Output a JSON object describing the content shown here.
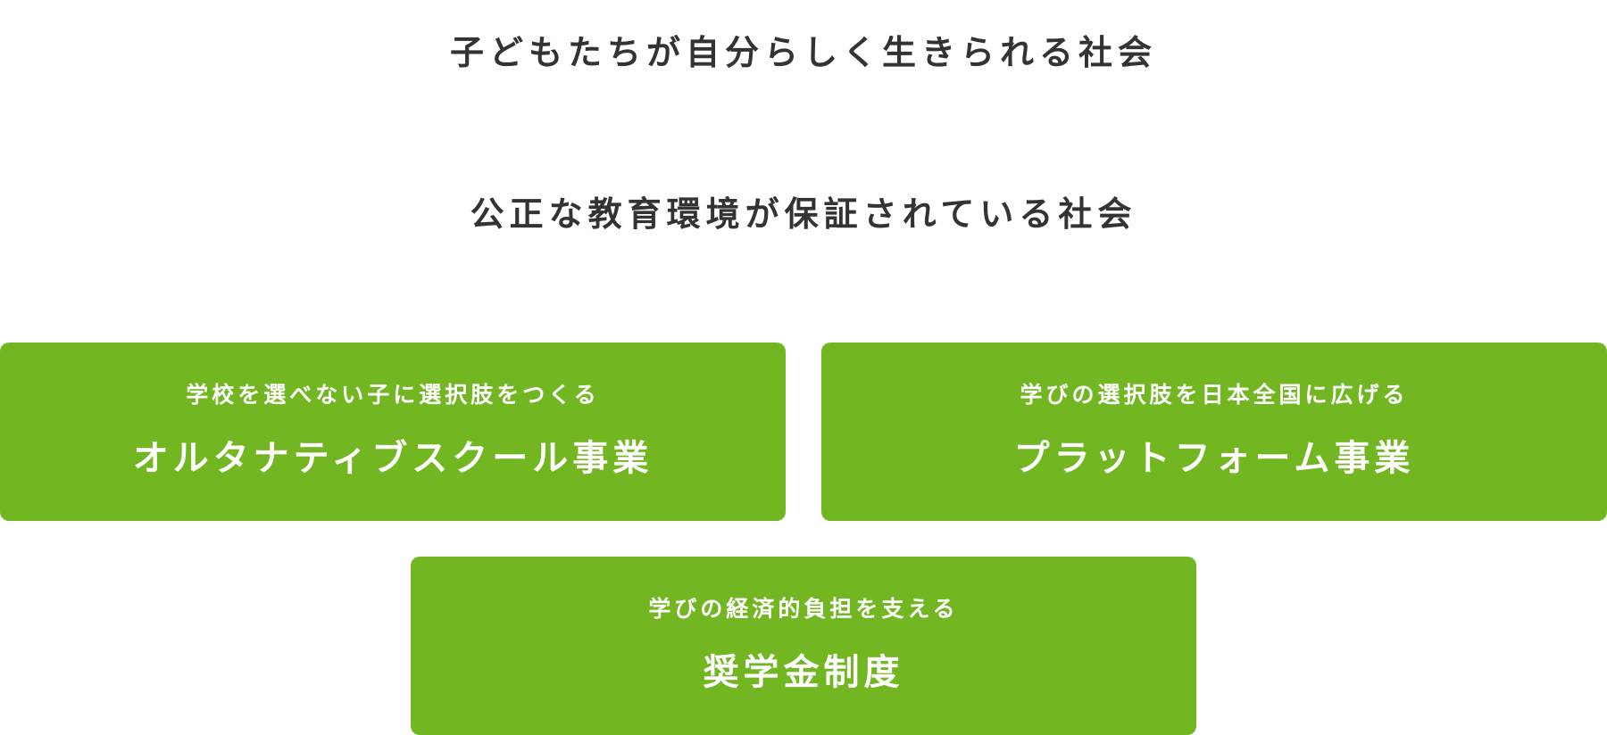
{
  "colors": {
    "accent": "#72b722",
    "heading": "#333333",
    "card_text": "#ffffff"
  },
  "vision": {
    "text": "子どもたちが自分らしく生きられる社会"
  },
  "mission": {
    "text": "公正な教育環境が保証されている社会"
  },
  "businesses": [
    {
      "subtitle": "学校を選べない子に選択肢をつくる",
      "title": "オルタナティブスクール事業"
    },
    {
      "subtitle": "学びの選択肢を日本全国に広げる",
      "title": "プラットフォーム事業"
    },
    {
      "subtitle": "学びの経済的負担を支える",
      "title": "奨学金制度"
    }
  ]
}
